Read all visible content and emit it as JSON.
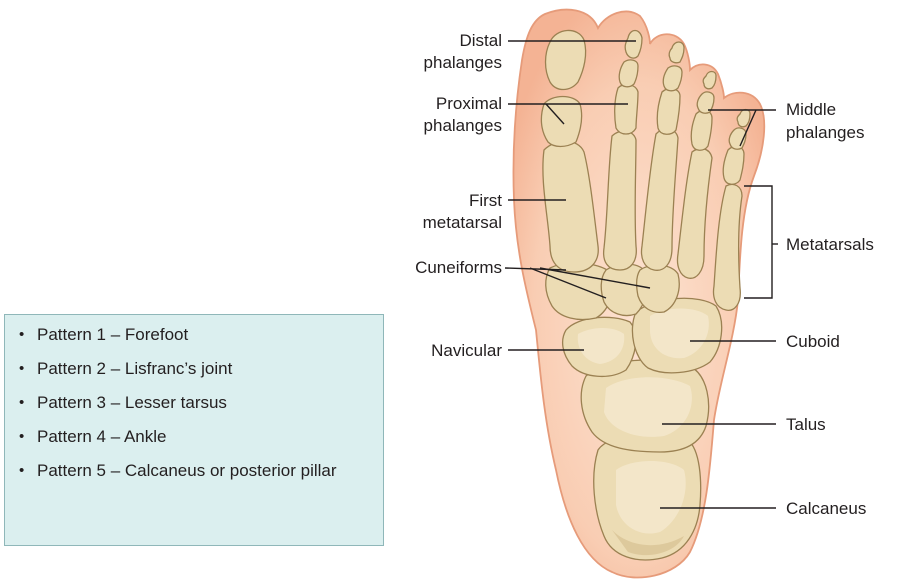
{
  "labels": {
    "distal_1": "Distal",
    "distal_2": "phalanges",
    "proximal_1": "Proximal",
    "proximal_2": "phalanges",
    "first_meta_1": "First",
    "first_meta_2": "metatarsal",
    "cuneiforms": "Cuneiforms",
    "navicular": "Navicular",
    "middle_1": "Middle",
    "middle_2": "phalanges",
    "metatarsals": "Metatarsals",
    "cuboid": "Cuboid",
    "talus": "Talus",
    "calcaneus": "Calcaneus"
  },
  "patterns": [
    "Pattern 1 – Forefoot",
    "Pattern 2 – Lisfranc’s joint",
    "Pattern 3 – Lesser tarsus",
    "Pattern 4 – Ankle",
    "Pattern 5 – Calcaneus or posterior pillar"
  ],
  "colors": {
    "skin": "#f8c6a8",
    "skin_outline": "#e69b7a",
    "bone": "#ecdcb4",
    "bone_outline": "#9b8152",
    "legend_bg": "#dbefef",
    "legend_border": "#8fb7b9"
  }
}
